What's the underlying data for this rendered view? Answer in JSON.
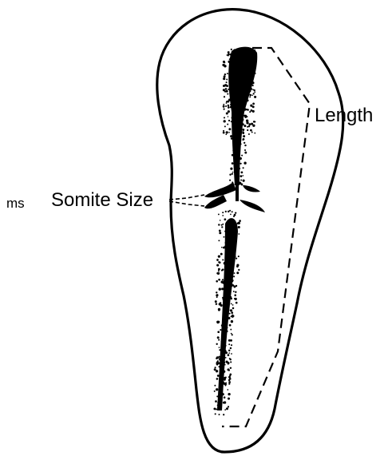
{
  "labels": {
    "length": "Length",
    "somite_size": "Somite Size",
    "ms": "ms"
  },
  "colors": {
    "ink": "#000000",
    "paper": "#ffffff"
  }
}
